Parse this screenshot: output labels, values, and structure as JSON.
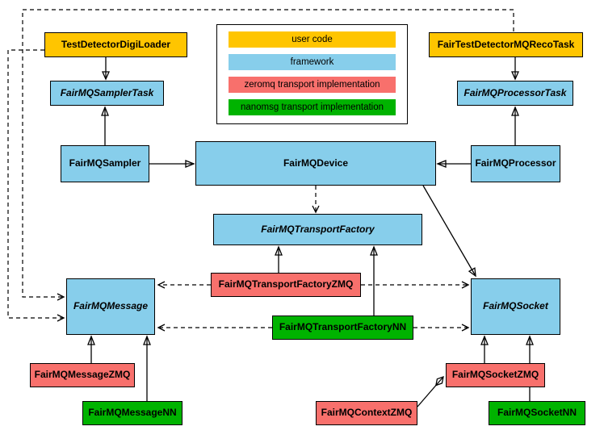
{
  "colors": {
    "user-code": "#ffc500",
    "framework": "#87ceeb",
    "zeromq": "#f8706c",
    "nanomsg": "#00b300",
    "line": "#000000",
    "background": "#ffffff"
  },
  "legend": {
    "items": [
      {
        "label": "user code",
        "type": "user-code"
      },
      {
        "label": "framework",
        "type": "framework"
      },
      {
        "label": "zeromq transport implementation",
        "type": "zeromq"
      },
      {
        "label": "nanomsg transport implementation",
        "type": "nanomsg"
      }
    ]
  },
  "nodes": {
    "test_detector_digi_loader": {
      "label": "TestDetectorDigiLoader",
      "category": "user-code",
      "abstract": false
    },
    "fair_test_detector_mq_reco_task": {
      "label": "FairTestDetectorMQRecoTask",
      "category": "user-code",
      "abstract": false
    },
    "fairmq_sampler_task": {
      "label": "FairMQSamplerTask",
      "category": "framework",
      "abstract": true
    },
    "fairmq_processor_task": {
      "label": "FairMQProcessorTask",
      "category": "framework",
      "abstract": true
    },
    "fairmq_sampler": {
      "label": "FairMQSampler",
      "category": "framework",
      "abstract": false
    },
    "fairmq_device": {
      "label": "FairMQDevice",
      "category": "framework",
      "abstract": false
    },
    "fairmq_processor": {
      "label": "FairMQProcessor",
      "category": "framework",
      "abstract": false
    },
    "fairmq_transport_factory": {
      "label": "FairMQTransportFactory",
      "category": "framework",
      "abstract": true
    },
    "fairmq_transport_factory_zmq": {
      "label": "FairMQTransportFactoryZMQ",
      "category": "zeromq",
      "abstract": false
    },
    "fairmq_transport_factory_nn": {
      "label": "FairMQTransportFactoryNN",
      "category": "nanomsg",
      "abstract": false
    },
    "fairmq_message": {
      "label": "FairMQMessage",
      "category": "framework",
      "abstract": true
    },
    "fairmq_socket": {
      "label": "FairMQSocket",
      "category": "framework",
      "abstract": true
    },
    "fairmq_message_zmq": {
      "label": "FairMQMessageZMQ",
      "category": "zeromq",
      "abstract": false
    },
    "fairmq_message_nn": {
      "label": "FairMQMessageNN",
      "category": "nanomsg",
      "abstract": false
    },
    "fairmq_socket_zmq": {
      "label": "FairMQSocketZMQ",
      "category": "zeromq",
      "abstract": false
    },
    "fairmq_socket_nn": {
      "label": "FairMQSocketNN",
      "category": "nanomsg",
      "abstract": false
    },
    "fairmq_context_zmq": {
      "label": "FairMQContextZMQ",
      "category": "zeromq",
      "abstract": false
    }
  }
}
